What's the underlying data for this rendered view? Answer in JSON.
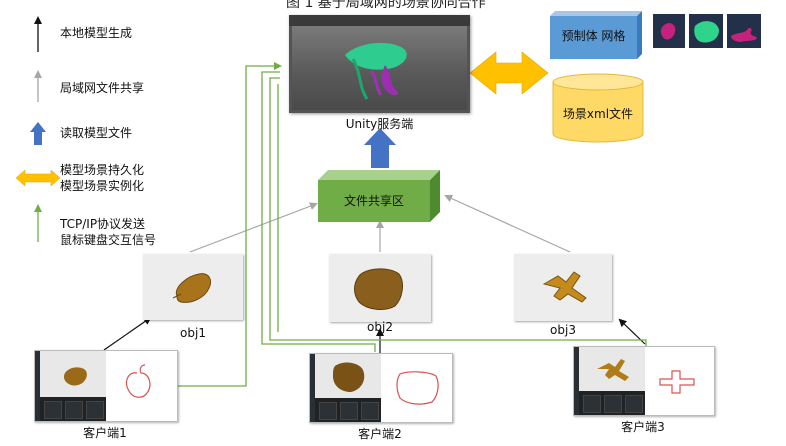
{
  "title": "图 1 基于局域网的场景协同合作",
  "legend": {
    "local_generation": "本地模型生成",
    "lan_sharing": "局域网文件共享",
    "read_model": "读取模型文件",
    "persistence_line1": "模型场景持久化",
    "persistence_line2": "模型场景实例化",
    "tcp_line1": "TCP/IP协议发送",
    "tcp_line2": "鼠标键盘交互信号"
  },
  "server": {
    "caption": "Unity服务端"
  },
  "prefab": {
    "label": "预制体 网格"
  },
  "scene_xml": {
    "label": "场景xml文件"
  },
  "shared_folder": {
    "label": "文件共享区"
  },
  "objects": [
    "obj1",
    "obj2",
    "obj3"
  ],
  "clients": [
    "客户端1",
    "客户端2",
    "客户端3"
  ],
  "colors": {
    "black_arrow": "#111111",
    "gray_arrow": "#a6a6a6",
    "blue_arrow": "#4472c4",
    "orange_arrow": "#ffc000",
    "green_arrow": "#70ad47",
    "box_blue": "#5b9bd5",
    "cylinder_yellow": "#ffd966",
    "box_green": "#70ad47"
  }
}
